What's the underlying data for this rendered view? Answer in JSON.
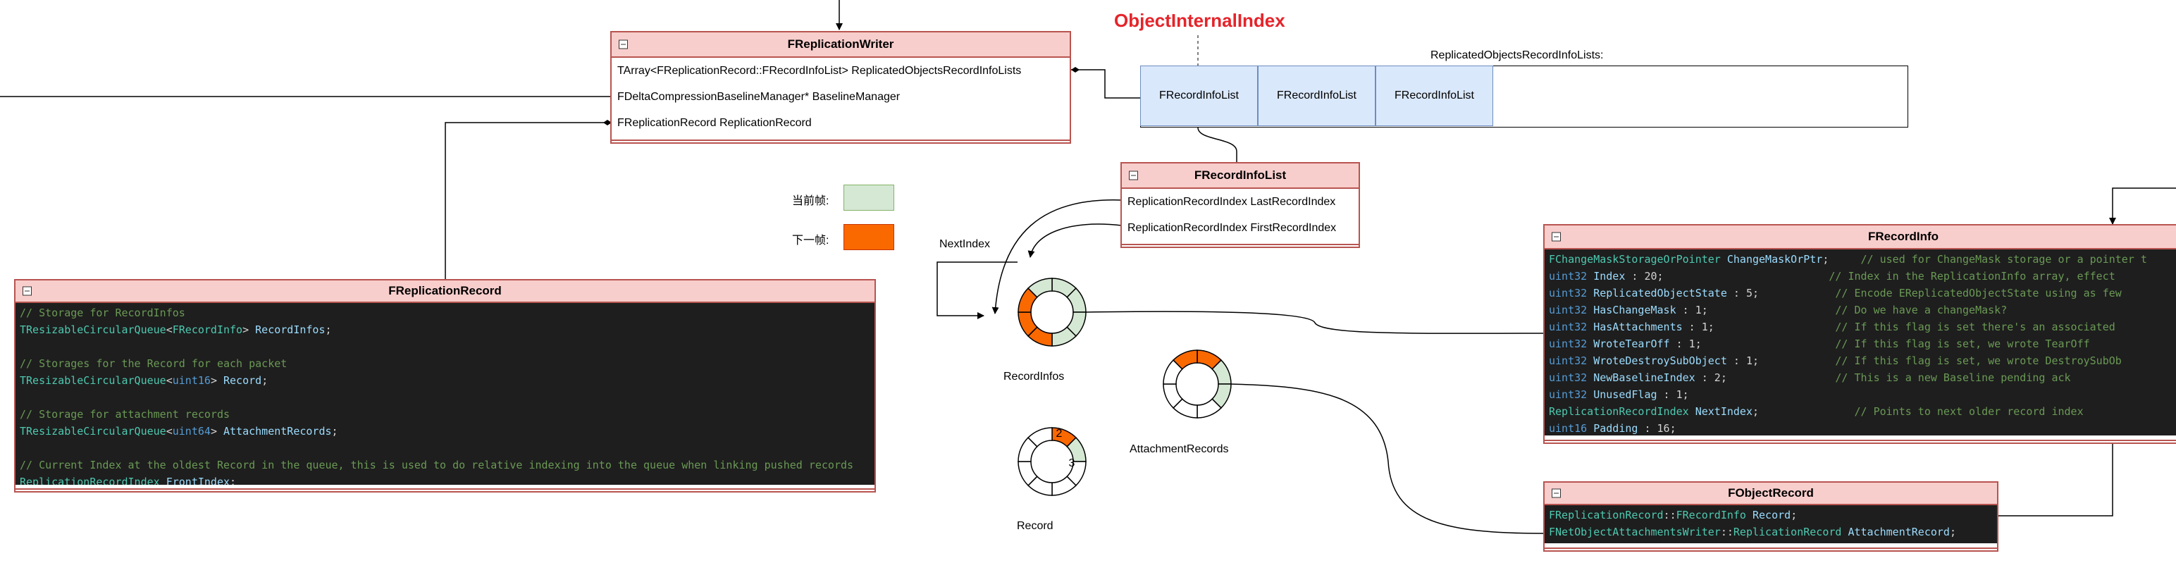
{
  "title": "ObjectInternalIndex",
  "colors": {
    "accent_red": "#e5242a",
    "green": "#d5e8d4",
    "orange": "#fa6800",
    "header_fill": "#f8cecc",
    "cell_blue": "#dae8fc"
  },
  "writer": {
    "name": "FReplicationWriter",
    "rows": [
      "TArray<FReplicationRecord::FRecordInfoList> ReplicatedObjectsRecordInfoLists",
      "FDeltaCompressionBaselineManager* BaselineManager",
      "FReplicationRecord ReplicationRecord"
    ]
  },
  "lists_label": "ReplicatedObjectsRecordInfoLists:",
  "list_cells": [
    "FRecordInfoList",
    "FRecordInfoList",
    "FRecordInfoList"
  ],
  "info_list": {
    "name": "FRecordInfoList",
    "rows": [
      "ReplicationRecordIndex LastRecordIndex",
      "ReplicationRecordIndex FirstRecordIndex"
    ]
  },
  "legend": {
    "current": "当前帧:",
    "next": "下一帧:"
  },
  "next_index_label": "NextIndex",
  "rings": {
    "record_infos": "RecordInfos",
    "attachment_records": "AttachmentRecords",
    "record": "Record",
    "record_num_2": "2",
    "record_num_3": "3"
  },
  "replication_record": {
    "name": "FReplicationRecord",
    "lines": [
      [
        [
          "c-cm",
          "// Storage for RecordInfos"
        ]
      ],
      [
        [
          "c-ty",
          "TResizableCircularQueue"
        ],
        [
          "c-op",
          "<"
        ],
        [
          "c-ty",
          "FRecordInfo"
        ],
        [
          "c-op",
          "> "
        ],
        [
          "c-id",
          "RecordInfos"
        ],
        [
          "c-op",
          ";"
        ]
      ],
      [],
      [
        [
          "c-cm",
          "// Storages for the Record for each packet"
        ]
      ],
      [
        [
          "c-ty",
          "TResizableCircularQueue"
        ],
        [
          "c-op",
          "<"
        ],
        [
          "c-kw",
          "uint16"
        ],
        [
          "c-op",
          "> "
        ],
        [
          "c-id",
          "Record"
        ],
        [
          "c-op",
          ";"
        ]
      ],
      [],
      [
        [
          "c-cm",
          "// Storage for attachment records"
        ]
      ],
      [
        [
          "c-ty",
          "TResizableCircularQueue"
        ],
        [
          "c-op",
          "<"
        ],
        [
          "c-kw",
          "uint64"
        ],
        [
          "c-op",
          "> "
        ],
        [
          "c-id",
          "AttachmentRecords"
        ],
        [
          "c-op",
          ";"
        ]
      ],
      [],
      [
        [
          "c-cm",
          "// Current Index at the oldest Record in the queue, this is used to do relative indexing into the queue when linking pushed records"
        ]
      ],
      [
        [
          "c-ty",
          "ReplicationRecordIndex "
        ],
        [
          "c-id",
          "FrontIndex"
        ],
        [
          "c-op",
          ";"
        ]
      ]
    ]
  },
  "record_info": {
    "name": "FRecordInfo",
    "lines": [
      [
        [
          "c-ty",
          "FChangeMaskStorageOrPointer "
        ],
        [
          "c-id",
          "ChangeMaskOrPtr"
        ],
        [
          "c-op",
          ";     "
        ],
        [
          "c-cm",
          "// used for ChangeMask storage or a pointer t"
        ]
      ],
      [
        [
          "c-kw",
          "uint32 "
        ],
        [
          "c-id",
          "Index"
        ],
        [
          "c-op",
          " : 20;                          "
        ],
        [
          "c-cm",
          "// Index in the ReplicationInfo array, effect"
        ]
      ],
      [
        [
          "c-kw",
          "uint32 "
        ],
        [
          "c-id",
          "ReplicatedObjectState"
        ],
        [
          "c-op",
          " : 5;            "
        ],
        [
          "c-cm",
          "// Encode EReplicatedObjectState using as few"
        ]
      ],
      [
        [
          "c-kw",
          "uint32 "
        ],
        [
          "c-id",
          "HasChangeMask"
        ],
        [
          "c-op",
          " : 1;                    "
        ],
        [
          "c-cm",
          "// Do we have a changeMask?"
        ]
      ],
      [
        [
          "c-kw",
          "uint32 "
        ],
        [
          "c-id",
          "HasAttachments"
        ],
        [
          "c-op",
          " : 1;                   "
        ],
        [
          "c-cm",
          "// If this flag is set there's an associated"
        ]
      ],
      [
        [
          "c-kw",
          "uint32 "
        ],
        [
          "c-id",
          "WroteTearOff"
        ],
        [
          "c-op",
          " : 1;                     "
        ],
        [
          "c-cm",
          "// If this flag is set, we wrote TearOff"
        ]
      ],
      [
        [
          "c-kw",
          "uint32 "
        ],
        [
          "c-id",
          "WroteDestroySubObject"
        ],
        [
          "c-op",
          " : 1;            "
        ],
        [
          "c-cm",
          "// If this flag is set, we wrote DestroySubOb"
        ]
      ],
      [
        [
          "c-kw",
          "uint32 "
        ],
        [
          "c-id",
          "NewBaselineIndex"
        ],
        [
          "c-op",
          " : 2;                 "
        ],
        [
          "c-cm",
          "// This is a new Baseline pending ack"
        ]
      ],
      [
        [
          "c-kw",
          "uint32 "
        ],
        [
          "c-id",
          "UnusedFlag"
        ],
        [
          "c-op",
          " : 1;"
        ]
      ],
      [
        [
          "c-ty",
          "ReplicationRecordIndex "
        ],
        [
          "c-id",
          "NextIndex"
        ],
        [
          "c-op",
          ";               "
        ],
        [
          "c-cm",
          "// Points to next older record index"
        ]
      ],
      [
        [
          "c-kw",
          "uint16 "
        ],
        [
          "c-id",
          "Padding"
        ],
        [
          "c-op",
          " : 16;"
        ]
      ]
    ]
  },
  "object_record": {
    "name": "FObjectRecord",
    "lines": [
      [
        [
          "c-ty",
          "FReplicationRecord"
        ],
        [
          "c-op",
          "::"
        ],
        [
          "c-ty",
          "FRecordInfo "
        ],
        [
          "c-id",
          "Record"
        ],
        [
          "c-op",
          ";"
        ]
      ],
      [
        [
          "c-ty",
          "FNetObjectAttachmentsWriter"
        ],
        [
          "c-op",
          "::"
        ],
        [
          "c-ty",
          "ReplicationRecord "
        ],
        [
          "c-id",
          "AttachmentRecord"
        ],
        [
          "c-op",
          ";"
        ]
      ]
    ]
  }
}
